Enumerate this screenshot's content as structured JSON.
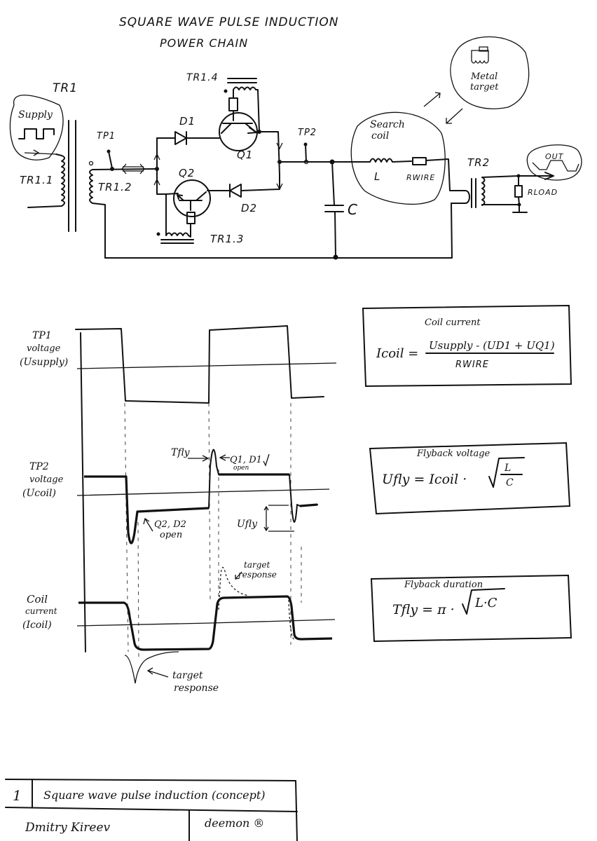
{
  "title": {
    "line1": "SQUARE WAVE PULSE INDUCTION",
    "line2": "POWER CHAIN"
  },
  "schematic": {
    "transformer_tr1": "TR1",
    "supply_label": "Supply",
    "tr1_1": "TR1.1",
    "tr1_2": "TR1.2",
    "tr1_3": "TR1.3",
    "tr1_4": "TR1.4",
    "tp1": "TP1",
    "tp2": "TP2",
    "d1": "D1",
    "d2": "D2",
    "q1": "Q1",
    "q2": "Q2",
    "capacitor": "C",
    "search_coil": {
      "line1": "Search",
      "line2": "coil"
    },
    "inductor": "L",
    "r_wire": "RWIRE",
    "metal_target": {
      "line1": "Metal",
      "line2": "target"
    },
    "transformer_tr2": "TR2",
    "r_load": "RLOAD",
    "out_label": "OUT"
  },
  "waveforms": {
    "tp1": {
      "line1": "TP1",
      "line2": "voltage",
      "line3": "(Usupply)"
    },
    "tp2": {
      "line1": "TP2",
      "line2": "voltage",
      "line3": "(Ucoil)"
    },
    "coil": {
      "line1": "Coil",
      "line2": "current",
      "line3": "(Icoil)"
    },
    "annotations": {
      "tfly": "Tfly",
      "q1d1_open": "Q1, D1",
      "q1d1_open_sub": "open",
      "q2d2_open": "Q2, D2",
      "q2d2_open_sub": "open",
      "ufly": "Ufly",
      "target_response_1": {
        "line1": "target",
        "line2": "response"
      },
      "target_response_2": {
        "line1": "target",
        "line2": "response"
      }
    }
  },
  "formulas": {
    "coil_current": {
      "title": "Coil current",
      "lhs": "Icoil =",
      "numerator": "Usupply - (UD1 + UQ1)",
      "denominator": "RWIRE"
    },
    "flyback_voltage": {
      "title": "Flyback voltage",
      "lhs": "Ufly = Icoil ·",
      "sqrt_num": "L",
      "sqrt_den": "C"
    },
    "flyback_duration": {
      "title": "Flyback duration",
      "lhs": "Tfly = π ·",
      "sqrt_body": "L·C"
    }
  },
  "title_block": {
    "sheet_number": "1",
    "description": "Square wave pulse induction (concept)",
    "author": "Dmitry Kireev",
    "brand": "deemon ®"
  }
}
